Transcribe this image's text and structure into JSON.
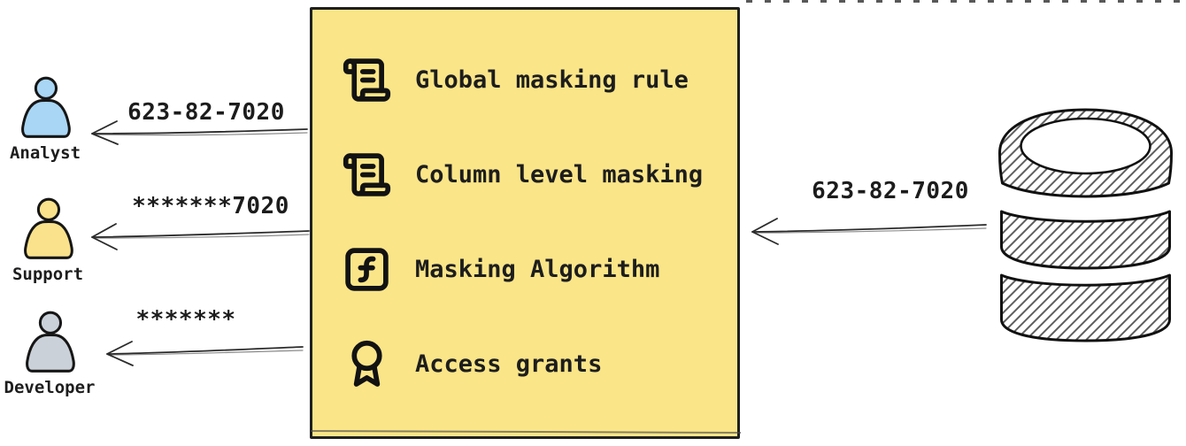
{
  "canvas": {
    "background": "#ffffff"
  },
  "palette": {
    "box_fill": "#FAE588",
    "outline": "#1c1c1c",
    "arrow": "#2b2b2b",
    "analyst_fill": "#A9D6F5",
    "support_fill": "#F9E28B",
    "developer_fill": "#CBD1D8"
  },
  "personas": [
    {
      "name": "Analyst",
      "icon": "person-icon",
      "fill": "#A9D6F5",
      "received_value": "623-82-7020"
    },
    {
      "name": "Support",
      "icon": "person-icon",
      "fill": "#F9E28B",
      "received_value": "*******7020"
    },
    {
      "name": "Developer",
      "icon": "person-icon",
      "fill": "#CBD1D8",
      "received_value": "*******"
    }
  ],
  "masking_box": {
    "items": [
      {
        "icon": "scroll-text-icon",
        "label": "Global masking rule"
      },
      {
        "icon": "scroll-text-icon",
        "label": "Column level masking"
      },
      {
        "icon": "function-square-icon",
        "label": "Masking Algorithm"
      },
      {
        "icon": "award-icon",
        "label": "Access grants"
      }
    ]
  },
  "database": {
    "icon": "database-icon",
    "sent_value": "623-82-7020"
  }
}
